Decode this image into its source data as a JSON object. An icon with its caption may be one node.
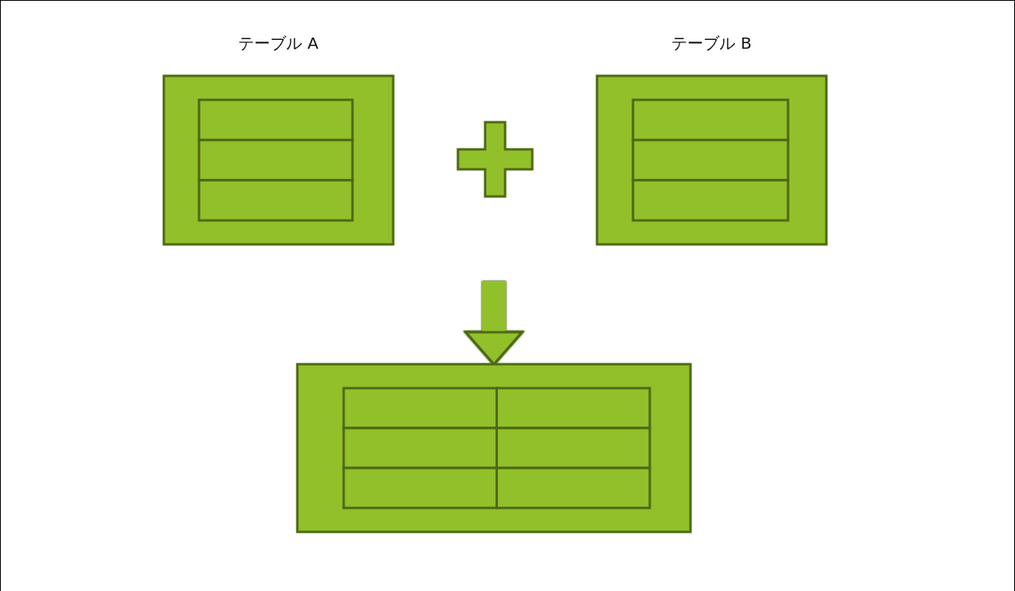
{
  "diagram": {
    "nodes": [
      {
        "text": [
          "テーブル A"
        ]
      },
      {
        "text": [
          "テーブル B"
        ]
      },
      {
        "text": [],
        "shape": "box"
      }
    ],
    "edges": [
      {
        "from": null,
        "to": 2,
        "arrow": "to"
      }
    ]
  }
}
